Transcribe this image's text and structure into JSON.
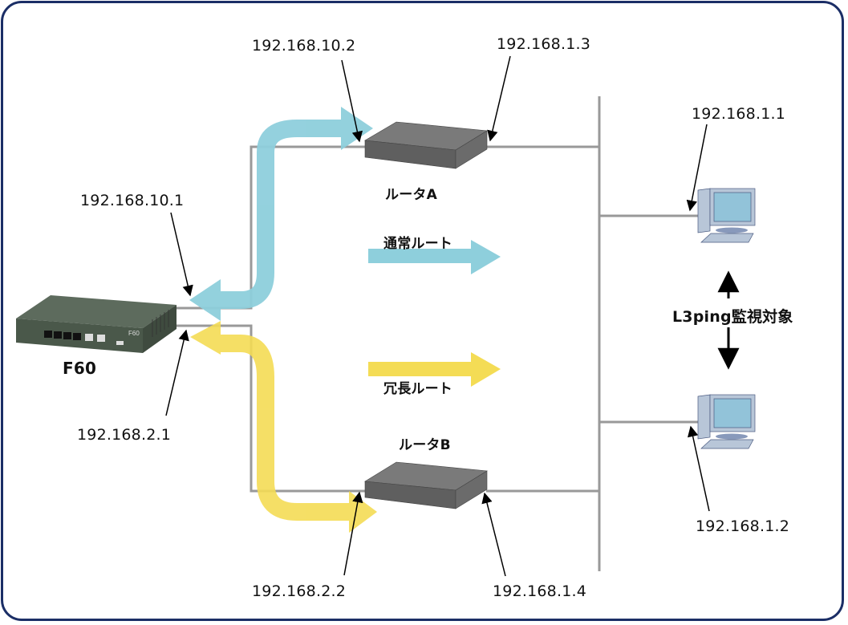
{
  "diagram": {
    "title_device": "F60",
    "devices": {
      "f60": {
        "label": "F60",
        "ip_upper": "192.168.10.1",
        "ip_lower": "192.168.2.1"
      },
      "router_a": {
        "label": "ルータA",
        "ip_wan": "192.168.10.2",
        "ip_lan": "192.168.1.3"
      },
      "router_b": {
        "label": "ルータB",
        "ip_wan": "192.168.2.2",
        "ip_lan": "192.168.1.4"
      },
      "pc1": {
        "ip": "192.168.1.1"
      },
      "pc2": {
        "ip": "192.168.1.2"
      }
    },
    "routes": {
      "normal": {
        "label": "通常ルート",
        "color": "#8ecfdc"
      },
      "redundant": {
        "label": "冗長ルート",
        "color": "#f4dc55"
      }
    },
    "monitor_label": "L3ping監視対象",
    "colors": {
      "frame": "#1b2e66",
      "line": "#999999",
      "router": "#6e6e6e"
    }
  }
}
